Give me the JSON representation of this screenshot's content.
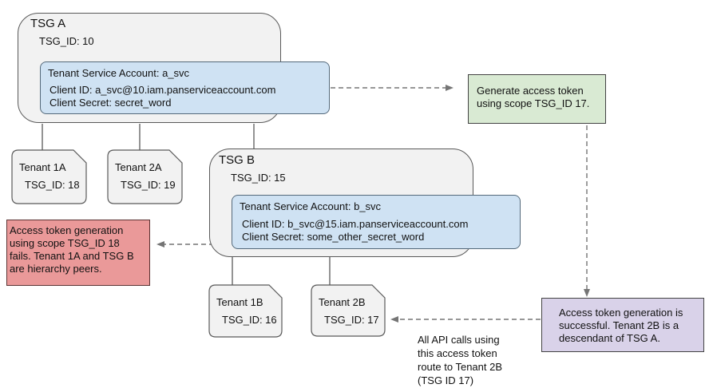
{
  "diagram_title": "TSG access token hierarchy diagram",
  "colors": {
    "container_fill": "#f2f2f2",
    "container_border": "#595959",
    "service_account_fill": "#cfe2f3",
    "service_account_border": "#54697a",
    "generate_note_fill": "#d9ead3",
    "fail_note_fill": "#ea9999",
    "success_note_fill": "#d9d2e9",
    "arrow_color": "#757575"
  },
  "tsg_a": {
    "title": "TSG A",
    "tsg_id": "TSG_ID: 10",
    "service_account": {
      "title": "Tenant Service Account: a_svc",
      "client_id": "Client ID: a_svc@10.iam.panserviceaccount.com",
      "client_secret": "Client Secret: secret_word"
    }
  },
  "tsg_b": {
    "title": "TSG B",
    "tsg_id": "TSG_ID: 15",
    "service_account": {
      "title": "Tenant Service Account: b_svc",
      "client_id": "Client ID: b_svc@15.iam.panserviceaccount.com",
      "client_secret": "Client Secret: some_other_secret_word"
    }
  },
  "tenants": [
    {
      "name": "Tenant 1A",
      "tsg_id": "TSG_ID: 18"
    },
    {
      "name": "Tenant 2A",
      "tsg_id": "TSG_ID: 19"
    },
    {
      "name": "Tenant 1B",
      "tsg_id": "TSG_ID: 16"
    },
    {
      "name": "Tenant 2B",
      "tsg_id": "TSG_ID: 17"
    }
  ],
  "annotations": {
    "generate_token": "Generate access token\nusing scope TSG_ID 17.",
    "token_fail": "Access token generation\nusing scope TSG_ID 18\nfails. Tenant 1A and TSG B\nare hierarchy peers.",
    "token_success": "Access token generation is\nsuccessful. Tenant 2B is a\ndescendant of TSG A.",
    "api_route": "All API calls using\nthis access token\nroute to Tenant 2B\n(TSG ID 17)"
  }
}
